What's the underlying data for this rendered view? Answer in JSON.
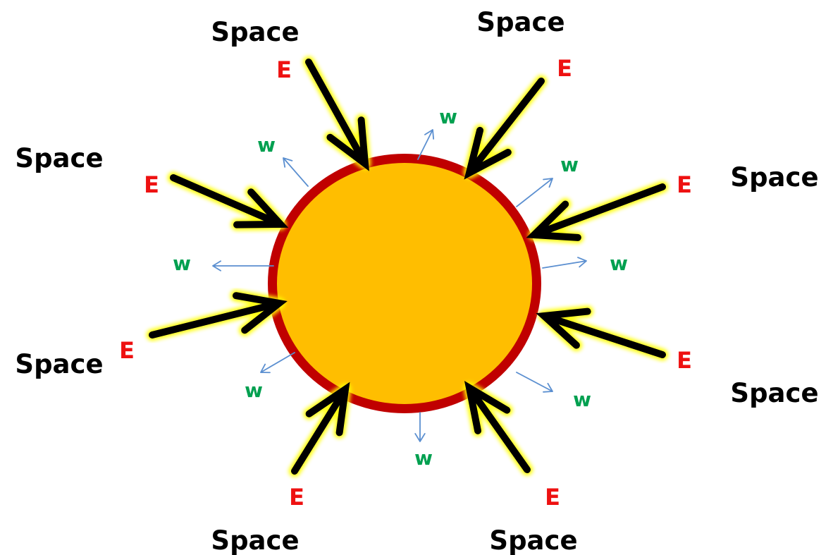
{
  "colors": {
    "sphere_fill": "#FFBE00",
    "sphere_rim": "#C00000",
    "inward_arrow": "#000000",
    "inward_glow": "#FFFF00",
    "outward_arrow": "#5B8FD0",
    "space_text": "#000000",
    "e_text": "#EE1111",
    "w_text": "#00A050"
  },
  "inward": [
    {
      "space": "Space",
      "e": "E"
    },
    {
      "space": "Space",
      "e": "E"
    },
    {
      "space": "Space",
      "e": "E"
    },
    {
      "space": "Space",
      "e": "E"
    },
    {
      "space": "Space",
      "e": "E"
    },
    {
      "space": "Space",
      "e": "E"
    },
    {
      "space": "Space",
      "e": "E"
    },
    {
      "space": "Space",
      "e": "E"
    }
  ],
  "outward": [
    {
      "w": "w"
    },
    {
      "w": "w"
    },
    {
      "w": "w"
    },
    {
      "w": "w"
    },
    {
      "w": "w"
    },
    {
      "w": "w"
    },
    {
      "w": "w"
    },
    {
      "w": "w"
    }
  ]
}
